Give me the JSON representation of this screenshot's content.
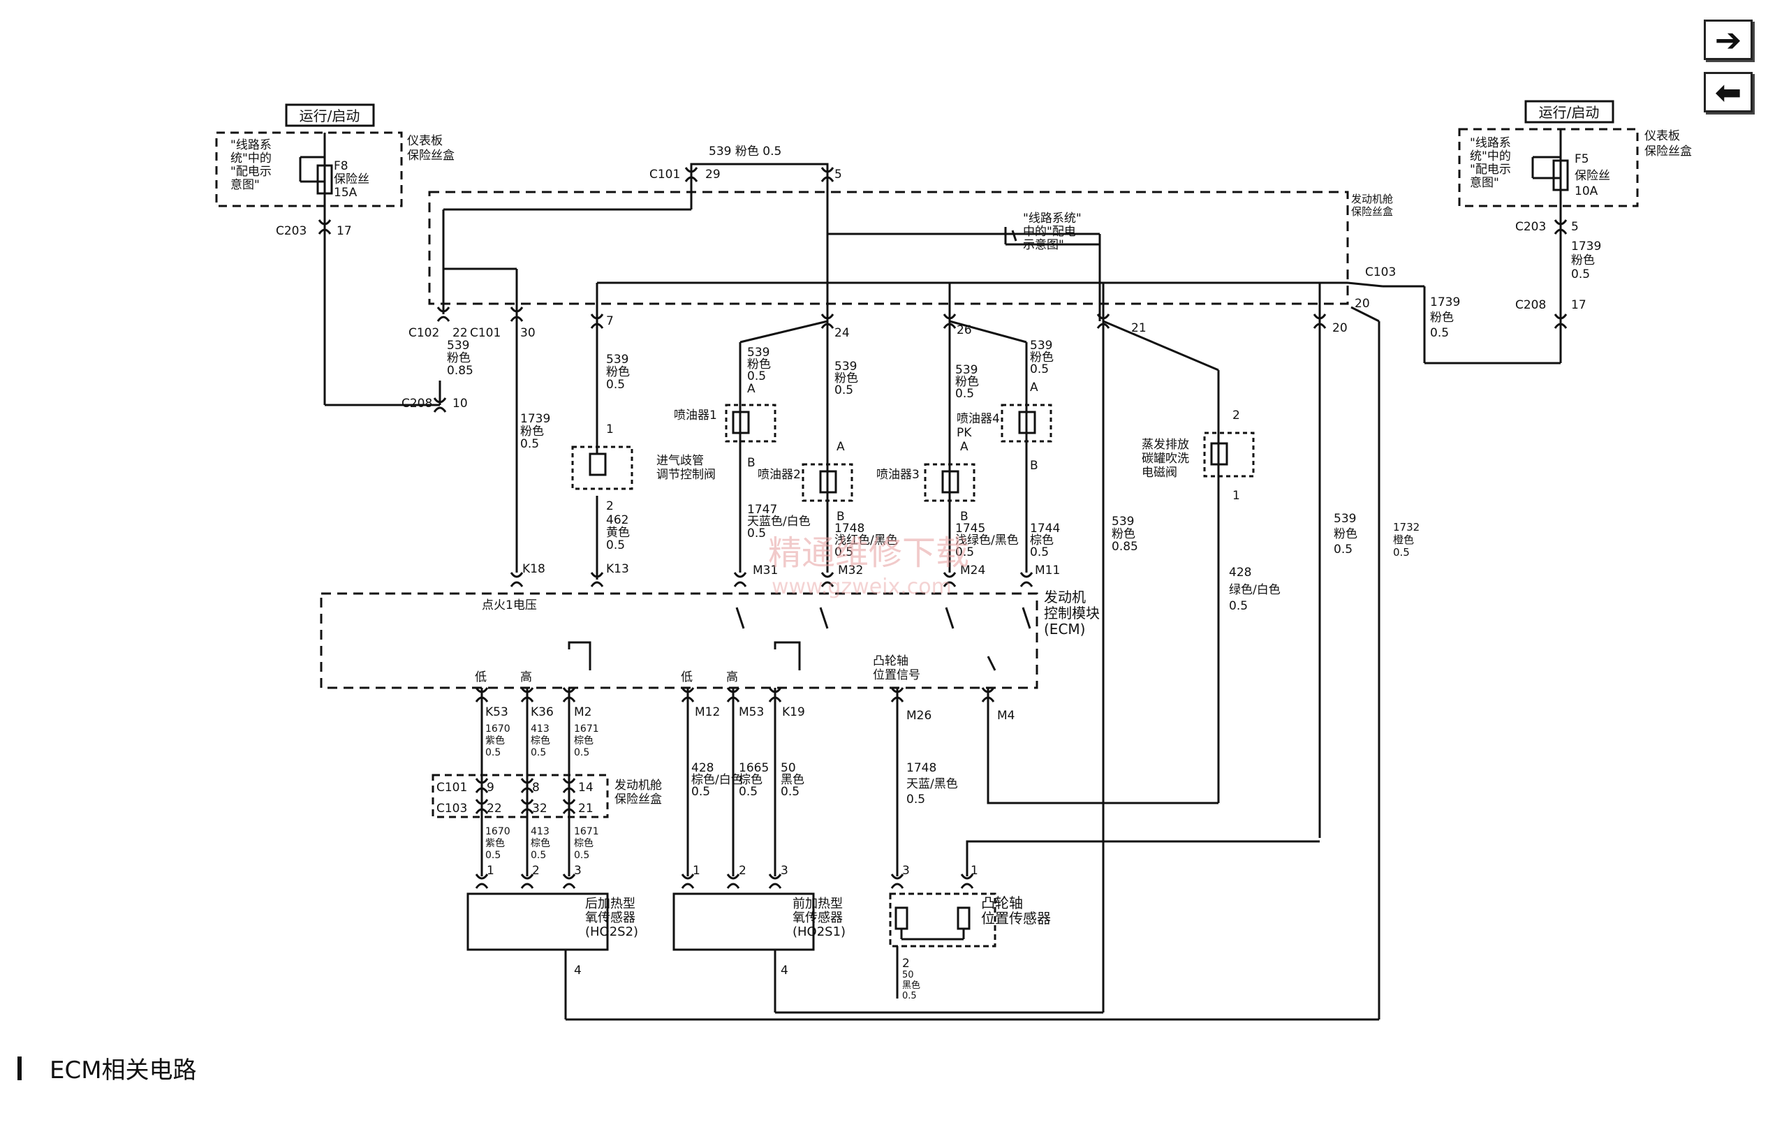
{
  "nav": {
    "next_icon": "arrow-right-icon",
    "prev_icon": "arrow-left-icon",
    "next_glyph": "➔",
    "prev_glyph": "⬅"
  },
  "caption": "ECM相关电路",
  "watermark": {
    "line1": "精通维修下载",
    "line2": "www.gzweix.com"
  },
  "fuse_left": {
    "supply": "运行/启动",
    "note": [
      "\"线路系",
      "统\"中的",
      "\"配电示",
      "意图\""
    ],
    "name": "F8",
    "type": "保险丝",
    "rating": "15A",
    "box": [
      "仪表板",
      "保险丝盒"
    ],
    "conn": "C203",
    "pin": "17"
  },
  "fuse_right": {
    "supply": "运行/启动",
    "note": [
      "\"线路系",
      "统\"中的",
      "\"配电示",
      "意图\""
    ],
    "name": "F5",
    "type": "保险丝",
    "rating": "10A",
    "box": [
      "仪表板",
      "保险丝盒"
    ],
    "conn": "C203",
    "pin": "5"
  },
  "engine_box": {
    "label": [
      "发动机舱",
      "保险丝盒"
    ]
  },
  "top_bus": {
    "conn": "C101",
    "pin_left": "29",
    "pin_right": "5",
    "wire": "539 粉色 0.5"
  },
  "dist_note": [
    "\"线路系统\"",
    "中的\"配电",
    "示意图\""
  ],
  "c102": {
    "conn": "C102",
    "pin": "22",
    "wire": [
      "539",
      "粉色",
      "0.85"
    ],
    "c208": "C208",
    "c208_pin": "10"
  },
  "c101_30": {
    "conn": "C101",
    "pin": "30",
    "wire": [
      "1739",
      "粉色",
      "0.5"
    ]
  },
  "c103": {
    "conn": "C103",
    "pin": "20",
    "pin2": "20"
  },
  "right_wire": {
    "wire": [
      "1739",
      "粉色",
      "0.5"
    ],
    "conn": "C208",
    "pin": "17",
    "f5_wire": [
      "1739",
      "粉色",
      "0.5"
    ]
  },
  "iac": {
    "pin_top": "7",
    "wire_in": [
      "539",
      "粉色",
      "0.5"
    ],
    "name": [
      "进气歧管",
      "调节控制阀"
    ],
    "p1": "1",
    "p2": "2",
    "wire_out": [
      "462",
      "黄色",
      "0.5"
    ],
    "ecm_pin": "K13"
  },
  "injectors": [
    {
      "name": "喷油器1",
      "pa": "A",
      "pb": "B",
      "wire_in": [
        "539",
        "粉色",
        "0.5"
      ],
      "wire_out": [
        "1747",
        "天蓝色/白色",
        "0.5"
      ],
      "ecm_pin": "M31"
    },
    {
      "name": "喷油器2",
      "pa": "A",
      "pb": "B",
      "wire_in": [
        "539",
        "粉色",
        "0.5"
      ],
      "wire_out": [
        "1748",
        "浅红色/黑色",
        "0.5"
      ],
      "ecm_pin": "M32"
    },
    {
      "name": "喷油器3",
      "pa": "A",
      "pb": "B",
      "wire_in": [
        "539",
        "粉色",
        "0.5"
      ],
      "wire_out": [
        "1745",
        "浅绿色/黑色",
        "0.5"
      ],
      "ecm_pin": "M24"
    },
    {
      "name": "喷油器4",
      "pa": "A",
      "pb": "B",
      "wire_in": [
        "539",
        "粉色",
        "0.5"
      ],
      "wire_out": [
        "1744",
        "棕色",
        "0.5"
      ],
      "ecm_pin": "M11"
    }
  ],
  "inj_bus_pins": {
    "p24": "24",
    "p26": "26",
    "p21": "21",
    "pk": "PK"
  },
  "evap": {
    "name": [
      "蒸发排放",
      "碳罐吹洗",
      "电磁阀"
    ],
    "p2": "2",
    "p1": "1",
    "wire_out": [
      "428",
      "绿色/白色",
      "0.5"
    ]
  },
  "wire_539_85": [
    "539",
    "粉色",
    "0.85"
  ],
  "wire_539_r": [
    "539",
    "粉色",
    "0.5"
  ],
  "wire_1732": [
    "1732",
    "橙色",
    "0.5"
  ],
  "ecm": {
    "name": [
      "发动机",
      "控制模块",
      "(ECM)"
    ],
    "ign_label": "点火1电压",
    "ign_pin": "K18",
    "cam_label": [
      "凸轮轴",
      "位置信号"
    ]
  },
  "ecm_bottom": [
    {
      "lvl": "低",
      "pin": "K53",
      "wire": [
        "1670",
        "紫色",
        "0.5"
      ]
    },
    {
      "lvl": "高",
      "pin": "K36",
      "wire": [
        "413",
        "棕色",
        "0.5"
      ]
    },
    {
      "lvl": "",
      "pin": "M2",
      "wire": [
        "1671",
        "棕色",
        "0.5"
      ]
    },
    {
      "lvl": "低",
      "pin": "M12",
      "wire": [
        "428",
        "棕色/白色",
        "0.5"
      ]
    },
    {
      "lvl": "高",
      "pin": "M53",
      "wire": [
        "1665",
        "棕色",
        "0.5"
      ]
    },
    {
      "lvl": "",
      "pin": "K19",
      "wire": [
        "50",
        "黑色",
        "0.5"
      ]
    },
    {
      "lvl": "",
      "pin": "M26",
      "wire": [
        "1748",
        "天蓝/黑色",
        "0.5"
      ]
    },
    {
      "lvl": "",
      "pin": "M4",
      "wire": []
    }
  ],
  "bottom_conn": {
    "c101": "C101",
    "c103": "C103",
    "p1": [
      "9",
      "8",
      "14"
    ],
    "p2": [
      "22",
      "32",
      "21"
    ],
    "box": [
      "发动机舱",
      "保险丝盒"
    ],
    "wires2": [
      [
        "1670",
        "紫色",
        "0.5"
      ],
      [
        "413",
        "棕色",
        "0.5"
      ],
      [
        "1671",
        "棕色",
        "0.5"
      ]
    ]
  },
  "ho2s2": {
    "name": [
      "后加热型",
      "氧传感器",
      "(HO2S2)"
    ],
    "pins": [
      "1",
      "2",
      "3",
      "4"
    ]
  },
  "ho2s1": {
    "name": [
      "前加热型",
      "氧传感器",
      "(HO2S1)"
    ],
    "pins": [
      "1",
      "2",
      "3",
      "4"
    ]
  },
  "cmp": {
    "name": [
      "凸轮轴",
      "位置传感器"
    ],
    "pins": [
      "3",
      "1",
      "2"
    ],
    "ground_wire": [
      "50",
      "黑色",
      "0.5"
    ]
  }
}
